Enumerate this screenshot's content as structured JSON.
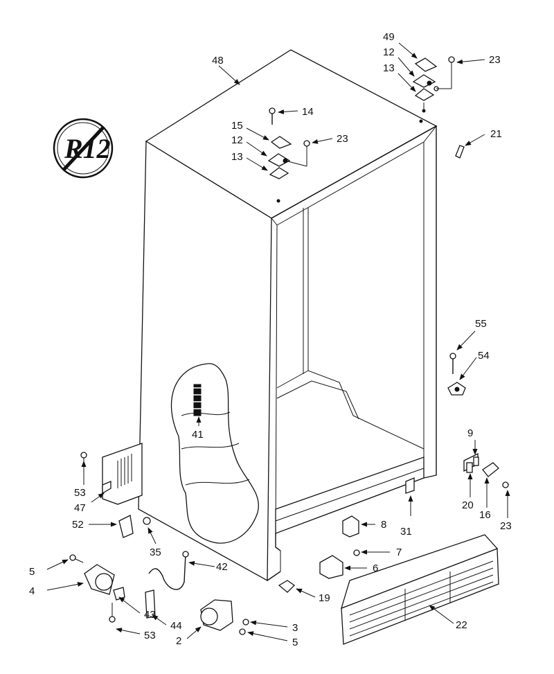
{
  "diagram": {
    "badge_text": "R12",
    "callouts": [
      {
        "id": "c48",
        "text": "48"
      },
      {
        "id": "c49",
        "text": "49"
      },
      {
        "id": "c12a",
        "text": "12"
      },
      {
        "id": "c13a",
        "text": "13"
      },
      {
        "id": "c23a",
        "text": "23"
      },
      {
        "id": "c14",
        "text": "14"
      },
      {
        "id": "c15",
        "text": "15"
      },
      {
        "id": "c12b",
        "text": "12"
      },
      {
        "id": "c13b",
        "text": "13"
      },
      {
        "id": "c23b",
        "text": "23"
      },
      {
        "id": "c21",
        "text": "21"
      },
      {
        "id": "c55",
        "text": "55"
      },
      {
        "id": "c54",
        "text": "54"
      },
      {
        "id": "c41",
        "text": "41"
      },
      {
        "id": "c9",
        "text": "9"
      },
      {
        "id": "c20",
        "text": "20"
      },
      {
        "id": "c16",
        "text": "16"
      },
      {
        "id": "c23c",
        "text": "23"
      },
      {
        "id": "c53a",
        "text": "53"
      },
      {
        "id": "c47",
        "text": "47"
      },
      {
        "id": "c52",
        "text": "52"
      },
      {
        "id": "c35",
        "text": "35"
      },
      {
        "id": "c8",
        "text": "8"
      },
      {
        "id": "c31",
        "text": "31"
      },
      {
        "id": "c7",
        "text": "7"
      },
      {
        "id": "c6",
        "text": "6"
      },
      {
        "id": "c5a",
        "text": "5"
      },
      {
        "id": "c4",
        "text": "4"
      },
      {
        "id": "c42",
        "text": "42"
      },
      {
        "id": "c43",
        "text": "43"
      },
      {
        "id": "c44",
        "text": "44"
      },
      {
        "id": "c53b",
        "text": "53"
      },
      {
        "id": "c19",
        "text": "19"
      },
      {
        "id": "c22",
        "text": "22"
      },
      {
        "id": "c3",
        "text": "3"
      },
      {
        "id": "c2",
        "text": "2"
      },
      {
        "id": "c5b",
        "text": "5"
      }
    ]
  }
}
